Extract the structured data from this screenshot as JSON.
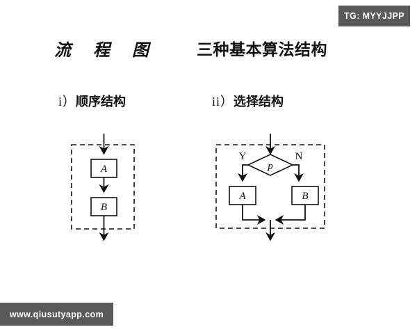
{
  "page": {
    "background_color": "#ffffff",
    "ink_color": "#111111"
  },
  "watermarks": {
    "telegram_badge": "TG: MYYJJPP",
    "site_badge": "www.qiusutyapp.com",
    "badge_color": "#595959",
    "badge_text_color": "#ffffff"
  },
  "title": {
    "main": "流 程 图",
    "sub": "三种基本算法结构"
  },
  "sections": [
    {
      "index": "i）",
      "label": "顺序结构",
      "diagram": {
        "type": "sequence",
        "nodes": [
          {
            "name": "process-a",
            "shape": "rect",
            "label": "A"
          },
          {
            "name": "process-b",
            "shape": "rect",
            "label": "B"
          }
        ],
        "edges": [
          {
            "from": "entry",
            "to": "process-a"
          },
          {
            "from": "process-a",
            "to": "process-b"
          },
          {
            "from": "process-b",
            "to": "exit"
          }
        ],
        "dashed_region": true
      }
    },
    {
      "index": "ii）",
      "label": "选择结构",
      "diagram": {
        "type": "selection",
        "nodes": [
          {
            "name": "condition-p",
            "shape": "diamond",
            "label": "p"
          },
          {
            "name": "process-a",
            "shape": "rect",
            "label": "A"
          },
          {
            "name": "process-b",
            "shape": "rect",
            "label": "B"
          }
        ],
        "branch_labels": {
          "yes": "Y",
          "no": "N"
        },
        "edges": [
          {
            "from": "entry",
            "to": "condition-p"
          },
          {
            "from": "condition-p",
            "to": "process-a",
            "label": "Y"
          },
          {
            "from": "condition-p",
            "to": "process-b",
            "label": "N"
          },
          {
            "from": "process-a",
            "to": "merge"
          },
          {
            "from": "process-b",
            "to": "merge"
          },
          {
            "from": "merge",
            "to": "exit"
          }
        ],
        "dashed_region": true
      }
    }
  ]
}
